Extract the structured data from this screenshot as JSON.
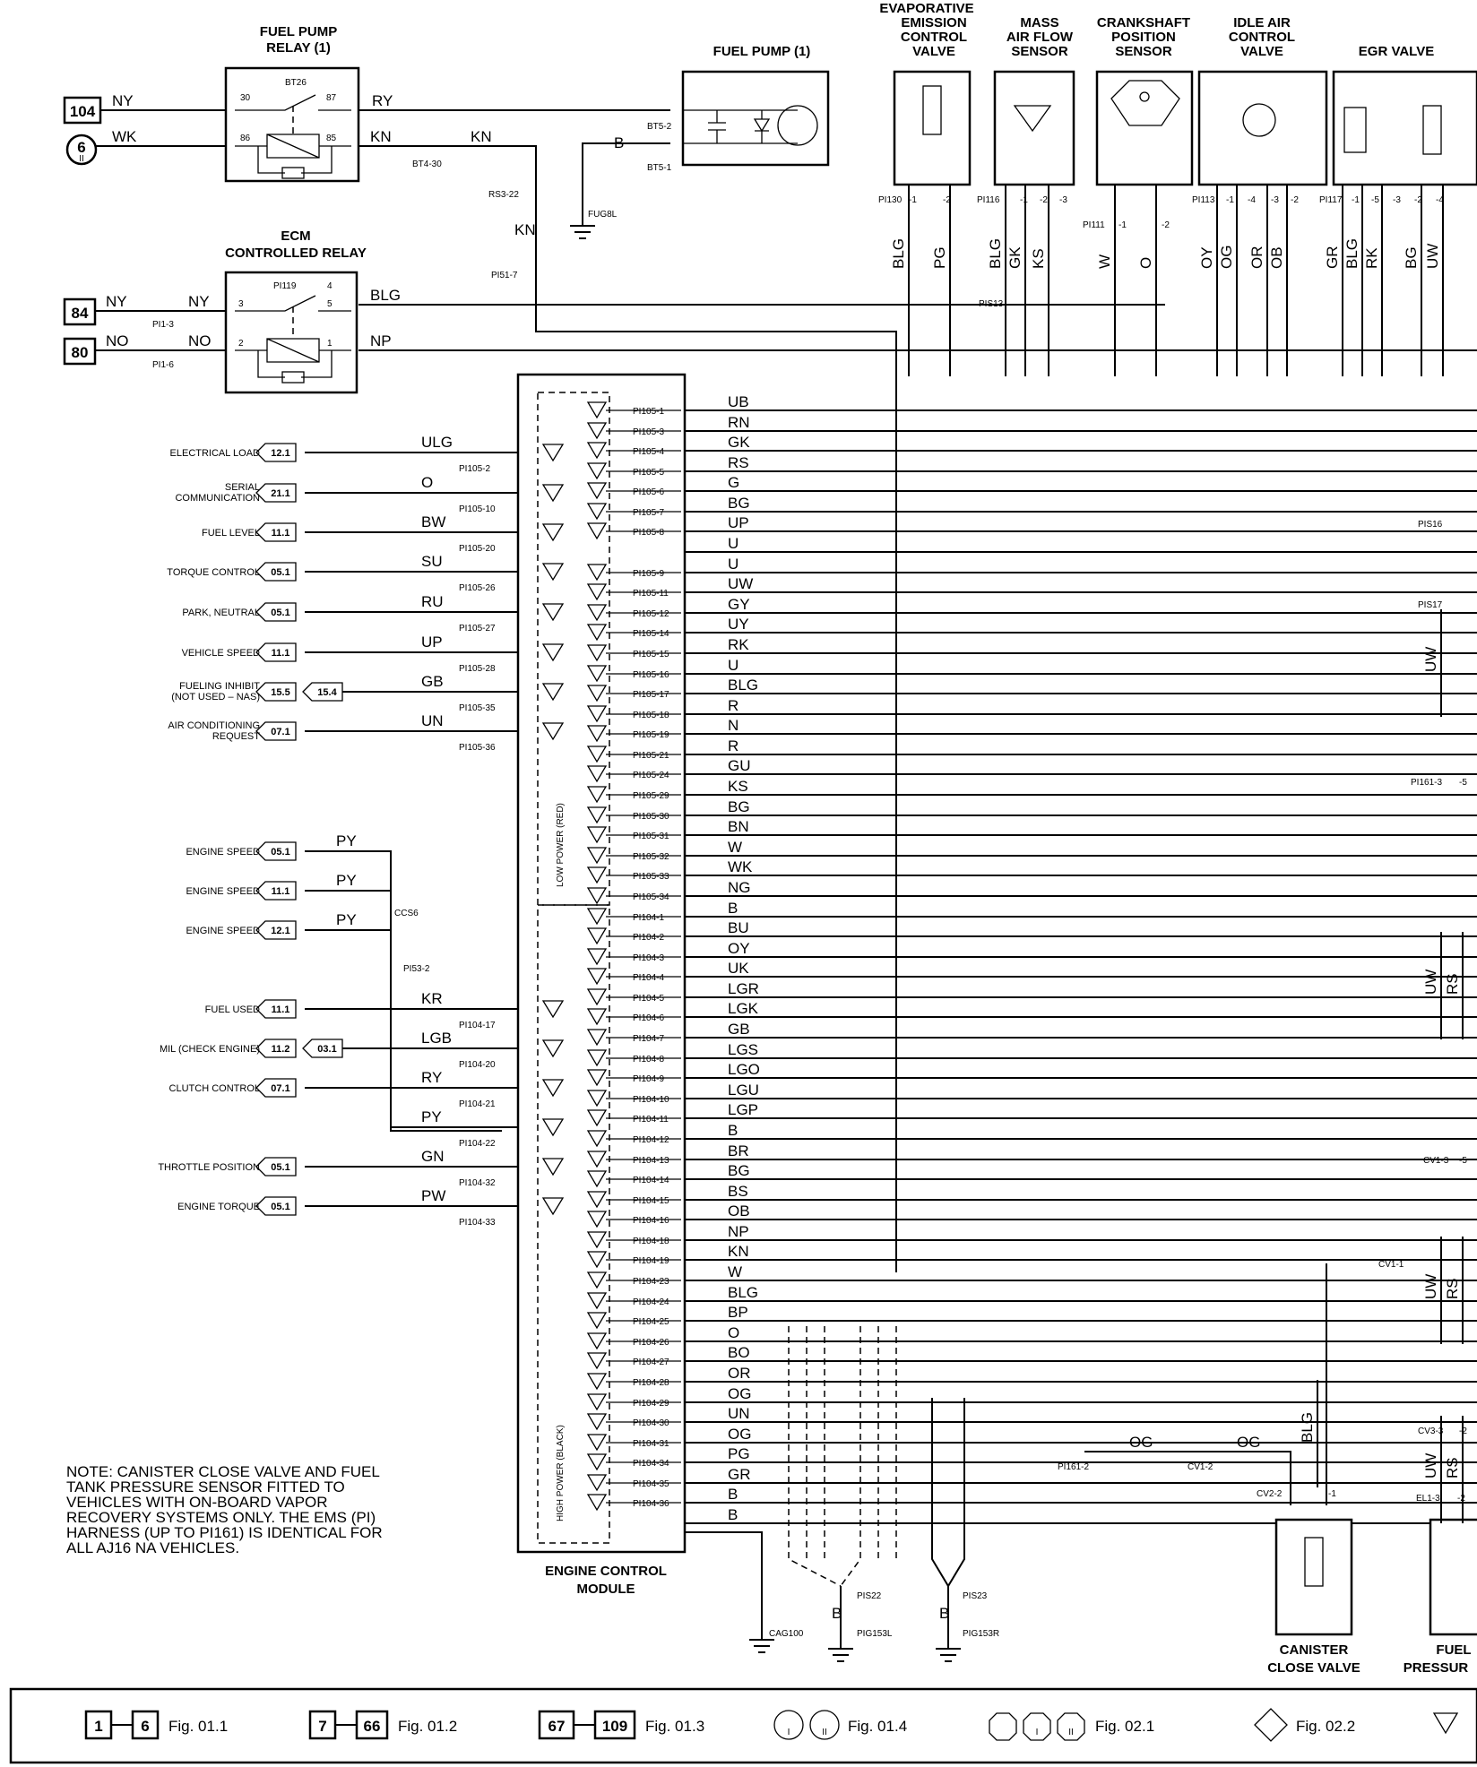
{
  "components": {
    "fuel_pump_relay": {
      "title_l1": "FUEL PUMP",
      "title_l2": "RELAY (1)",
      "id": "BT26",
      "pins": [
        "30",
        "87",
        "86",
        "85"
      ]
    },
    "fuel_pump": {
      "title": "FUEL PUMP (1)",
      "pins": [
        "BT5-2",
        "BT5-1"
      ]
    },
    "ecm_relay": {
      "title_l1": "ECM",
      "title_l2": "CONTROLLED RELAY",
      "id": "PI119",
      "pins": [
        "3",
        "4",
        "5",
        "2",
        "1"
      ]
    },
    "evap_valve": {
      "title": [
        "EVAPORATIVE",
        "EMISSION",
        "CONTROL",
        "VALVE"
      ],
      "connector": "PI130",
      "pins": [
        "-1",
        "-2"
      ]
    },
    "maf_sensor": {
      "title": [
        "MASS",
        "AIR FLOW",
        "SENSOR"
      ],
      "connector": "PI116",
      "pins": [
        "-1",
        "-2",
        "-3"
      ]
    },
    "crank_sensor": {
      "title": [
        "CRANKSHAFT",
        "POSITION",
        "SENSOR"
      ],
      "connector": "PI111",
      "pins": [
        "-1",
        "-2"
      ]
    },
    "iac_valve": {
      "title": [
        "IDLE AIR",
        "CONTROL",
        "VALVE"
      ],
      "connector": "PI113",
      "pins": [
        "-1",
        "-4",
        "-3",
        "-2"
      ]
    },
    "egr_valve": {
      "title": [
        "EGR VALVE"
      ],
      "connector": "PI117",
      "pins": [
        "-1",
        "-5",
        "-3",
        "-2",
        "-4"
      ]
    },
    "ecm": {
      "title_l1": "ENGINE CONTROL",
      "title_l2": "MODULE",
      "low_power": "LOW POWER (RED)",
      "high_power": "HIGH POWER (BLACK)"
    },
    "canister_valve": {
      "title_l1": "CANISTER",
      "title_l2": "CLOSE VALVE",
      "pins": [
        "CV2-2",
        "-1"
      ]
    },
    "fuel_pressure": {
      "title_l1": "FUEL",
      "title_l2": "PRESSUR"
    }
  },
  "relay_inputs": [
    {
      "ref": "104",
      "wire": "NY"
    },
    {
      "ref": "6",
      "sub": "II",
      "wire": "WK"
    },
    {
      "ref": "84",
      "wire": "NY",
      "conn": "PI1-3",
      "wire2": "NY"
    },
    {
      "ref": "80",
      "wire": "NO",
      "conn": "PI1-6",
      "wire2": "NO"
    }
  ],
  "relay_outputs": [
    {
      "wire": "RY"
    },
    {
      "wire": "KN",
      "conn": "BT4-30",
      "wire2": "KN"
    },
    {
      "wire": "BLG"
    },
    {
      "wire": "NP"
    }
  ],
  "misc_labels": {
    "b_wire": "B",
    "fug": "FUG8L",
    "rs3": "RS3-22",
    "kn": "KN",
    "pi51": "PI51-7",
    "pis13": "PIS13",
    "pis16": "PIS16",
    "pis17": "PIS17",
    "pi161_3": "PI161-3",
    "pi161_5": "-5",
    "cv1_3": "CV1-3",
    "cv1_5": "-5",
    "cv1_1": "CV1-1",
    "cv3_3": "CV3-3",
    "cv3_2": "-2",
    "el1_3": "EL1-3",
    "el1_2": "-2",
    "pi161_2": "PI161-2",
    "cv1_2": "CV1-2",
    "og1": "OG",
    "og2": "OG",
    "ccs6": "CCS6",
    "pi53_2": "PI53-2",
    "pis22": "PIS22",
    "pis23": "PIS23",
    "cag100": "CAG100",
    "pig153l": "PIG153L",
    "pig153r": "PIG153R",
    "b1": "B",
    "b2": "B"
  },
  "sensor_wires": [
    {
      "label": "BLG"
    },
    {
      "label": "PG"
    },
    {
      "label": "BLG"
    },
    {
      "label": "GK"
    },
    {
      "label": "KS"
    },
    {
      "label": "W"
    },
    {
      "label": "O"
    },
    {
      "label": "OY"
    },
    {
      "label": "OG"
    },
    {
      "label": "OR"
    },
    {
      "label": "OB"
    },
    {
      "label": "GR"
    },
    {
      "label": "BLG"
    },
    {
      "label": "RK"
    },
    {
      "label": "BG"
    },
    {
      "label": "UW"
    }
  ],
  "right_wires": [
    {
      "label": "UW"
    },
    {
      "label": "UW"
    },
    {
      "label": "RS"
    },
    {
      "label": "UW"
    },
    {
      "label": "RS"
    },
    {
      "label": "BLG"
    },
    {
      "label": "UW"
    },
    {
      "label": "RS"
    }
  ],
  "left_signals": [
    {
      "name": "ELECTRICAL LOAD",
      "ref": "12.1",
      "wire": "ULG",
      "pin": "PI105-2"
    },
    {
      "name": "SERIAL COMMUNICATION",
      "name_l1": "SERIAL",
      "name_l2": "COMMUNICATION",
      "ref": "21.1",
      "wire": "O",
      "pin": "PI105-10"
    },
    {
      "name": "FUEL LEVEL",
      "ref": "11.1",
      "wire": "BW",
      "pin": "PI105-20"
    },
    {
      "name": "TORQUE CONTROL",
      "ref": "05.1",
      "wire": "SU",
      "pin": "PI105-26"
    },
    {
      "name": "PARK, NEUTRAL",
      "ref": "05.1",
      "wire": "RU",
      "pin": "PI105-27"
    },
    {
      "name": "VEHICLE SPEED",
      "ref": "11.1",
      "wire": "UP",
      "pin": "PI105-28"
    },
    {
      "name": "FUELING INHIBIT (NOT USED – NAS)",
      "name_l1": "FUELING INHIBIT",
      "name_l2": "(NOT USED – NAS)",
      "ref": "15.5",
      "ref2": "15.4",
      "wire": "GB",
      "pin": "PI105-35"
    },
    {
      "name": "AIR CONDITIONING REQUEST",
      "name_l1": "AIR CONDITIONING",
      "name_l2": "REQUEST",
      "ref": "07.1",
      "wire": "UN",
      "pin": "PI105-36"
    },
    {
      "name": "ENGINE SPEED",
      "ref": "05.1",
      "wire": "PY"
    },
    {
      "name": "ENGINE SPEED",
      "ref": "11.1",
      "wire": "PY"
    },
    {
      "name": "ENGINE SPEED",
      "ref": "12.1",
      "wire": "PY"
    },
    {
      "name": "FUEL USED",
      "ref": "11.1",
      "wire": "KR",
      "pin": "PI104-17"
    },
    {
      "name": "MIL (CHECK ENGINE)",
      "ref": "11.2",
      "ref2": "03.1",
      "wire": "LGB",
      "pin": "PI104-20"
    },
    {
      "name": "CLUTCH CONTROL",
      "ref": "07.1",
      "wire": "RY",
      "pin": "PI104-21"
    },
    {
      "name": "",
      "ref": "",
      "wire": "PY",
      "pin": "PI104-22"
    },
    {
      "name": "THROTTLE POSITION",
      "ref": "05.1",
      "wire": "GN",
      "pin": "PI104-32"
    },
    {
      "name": "ENGINE TORQUE",
      "ref": "05.1",
      "wire": "PW",
      "pin": "PI104-33"
    }
  ],
  "right_pins": [
    {
      "pin": "PI105-1",
      "wire": "UB"
    },
    {
      "pin": "PI105-3",
      "wire": "RN"
    },
    {
      "pin": "PI105-4",
      "wire": "GK"
    },
    {
      "pin": "PI105-5",
      "wire": "RS"
    },
    {
      "pin": "PI105-6",
      "wire": "G"
    },
    {
      "pin": "PI105-7",
      "wire": "BG"
    },
    {
      "pin": "PI105-8",
      "wire": "UP"
    },
    {
      "pin": "",
      "wire": "U"
    },
    {
      "pin": "PI105-9",
      "wire": "U"
    },
    {
      "pin": "PI105-11",
      "wire": "UW"
    },
    {
      "pin": "PI105-12",
      "wire": "GY"
    },
    {
      "pin": "PI105-14",
      "wire": "UY"
    },
    {
      "pin": "PI105-15",
      "wire": "RK"
    },
    {
      "pin": "PI105-16",
      "wire": "U"
    },
    {
      "pin": "PI105-17",
      "wire": "BLG"
    },
    {
      "pin": "PI105-18",
      "wire": "R"
    },
    {
      "pin": "PI105-19",
      "wire": "N"
    },
    {
      "pin": "PI105-21",
      "wire": "R"
    },
    {
      "pin": "PI105-24",
      "wire": "GU"
    },
    {
      "pin": "PI105-29",
      "wire": "KS"
    },
    {
      "pin": "PI105-30",
      "wire": "BG"
    },
    {
      "pin": "PI105-31",
      "wire": "BN"
    },
    {
      "pin": "PI105-32",
      "wire": "W"
    },
    {
      "pin": "PI105-33",
      "wire": "WK"
    },
    {
      "pin": "PI105-34",
      "wire": "NG"
    },
    {
      "pin": "PI104-1",
      "wire": "B"
    },
    {
      "pin": "PI104-2",
      "wire": "BU"
    },
    {
      "pin": "PI104-3",
      "wire": "OY"
    },
    {
      "pin": "PI104-4",
      "wire": "UK"
    },
    {
      "pin": "PI104-5",
      "wire": "LGR"
    },
    {
      "pin": "PI104-6",
      "wire": "LGK"
    },
    {
      "pin": "PI104-7",
      "wire": "GB"
    },
    {
      "pin": "PI104-8",
      "wire": "LGS"
    },
    {
      "pin": "PI104-9",
      "wire": "LGO"
    },
    {
      "pin": "PI104-10",
      "wire": "LGU"
    },
    {
      "pin": "PI104-11",
      "wire": "LGP"
    },
    {
      "pin": "PI104-12",
      "wire": "B"
    },
    {
      "pin": "PI104-13",
      "wire": "BR"
    },
    {
      "pin": "PI104-14",
      "wire": "BG"
    },
    {
      "pin": "PI104-15",
      "wire": "BS"
    },
    {
      "pin": "PI104-16",
      "wire": "OB"
    },
    {
      "pin": "PI104-18",
      "wire": "NP"
    },
    {
      "pin": "PI104-19",
      "wire": "KN"
    },
    {
      "pin": "PI104-23",
      "wire": "W"
    },
    {
      "pin": "PI104-24",
      "wire": "BLG"
    },
    {
      "pin": "PI104-25",
      "wire": "BP"
    },
    {
      "pin": "PI104-26",
      "wire": "O"
    },
    {
      "pin": "PI104-27",
      "wire": "BO"
    },
    {
      "pin": "PI104-28",
      "wire": "OR"
    },
    {
      "pin": "PI104-29",
      "wire": "OG"
    },
    {
      "pin": "PI104-30",
      "wire": "UN"
    },
    {
      "pin": "PI104-31",
      "wire": "OG"
    },
    {
      "pin": "PI104-34",
      "wire": "PG"
    },
    {
      "pin": "PI104-35",
      "wire": "GR"
    },
    {
      "pin": "PI104-36",
      "wire": "B"
    },
    {
      "pin": "",
      "wire": "B"
    }
  ],
  "note": [
    "NOTE: CANISTER CLOSE VALVE AND FUEL",
    "TANK PRESSURE SENSOR FITTED TO",
    "VEHICLES WITH ON-BOARD VAPOR",
    "RECOVERY SYSTEMS ONLY.  THE EMS (PI)",
    "HARNESS (UP TO PI161) IS IDENTICAL FOR",
    "ALL AJ16 NA VEHICLES."
  ],
  "legend": [
    {
      "from": "1",
      "to": "6",
      "fig": "Fig. 01.1"
    },
    {
      "from": "7",
      "to": "66",
      "fig": "Fig. 01.2"
    },
    {
      "from": "67",
      "to": "109",
      "fig": "Fig. 01.3"
    },
    {
      "symbols": "circles",
      "sym1": "I",
      "sym2": "II",
      "fig": "Fig. 01.4"
    },
    {
      "symbols": "octagons",
      "sym1": "I",
      "sym2": "II",
      "fig": "Fig. 02.1"
    },
    {
      "symbols": "diamond",
      "fig": "Fig. 02.2"
    }
  ]
}
